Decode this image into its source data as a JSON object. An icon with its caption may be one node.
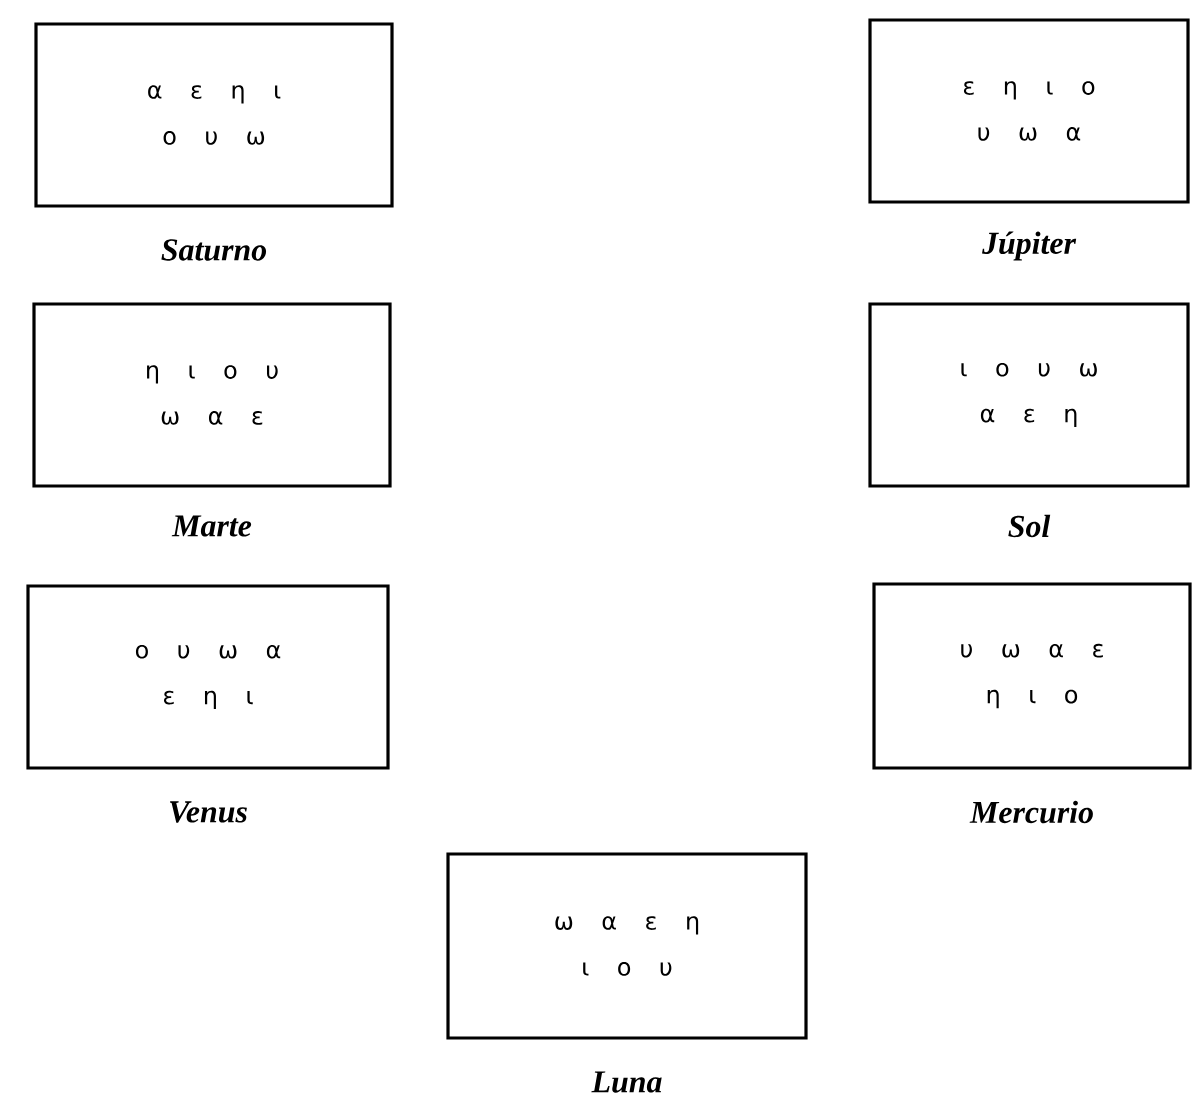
{
  "diagram": {
    "nodes": [
      {
        "text": [
          "α ε η ι",
          "ο υ ω"
        ],
        "beside": [
          "Saturno"
        ]
      },
      {
        "text": [
          "ε η ι ο",
          "υ ω α"
        ],
        "beside": [
          "Júpiter"
        ]
      },
      {
        "text": [
          "η ι ο υ",
          "ω α ε"
        ],
        "beside": [
          "Marte"
        ]
      },
      {
        "text": [
          "ι ο υ ω",
          "α ε η"
        ],
        "beside": [
          "Sol"
        ]
      },
      {
        "text": [
          "ο υ ω α",
          "ε η ι"
        ],
        "beside": [
          "Venus"
        ]
      },
      {
        "text": [
          "υ ω α ε",
          "η ι ο"
        ],
        "beside": [
          "Mercurio"
        ]
      },
      {
        "text": [
          "ω α ε η",
          "ι ο υ"
        ],
        "beside": [
          "Luna"
        ]
      }
    ]
  }
}
